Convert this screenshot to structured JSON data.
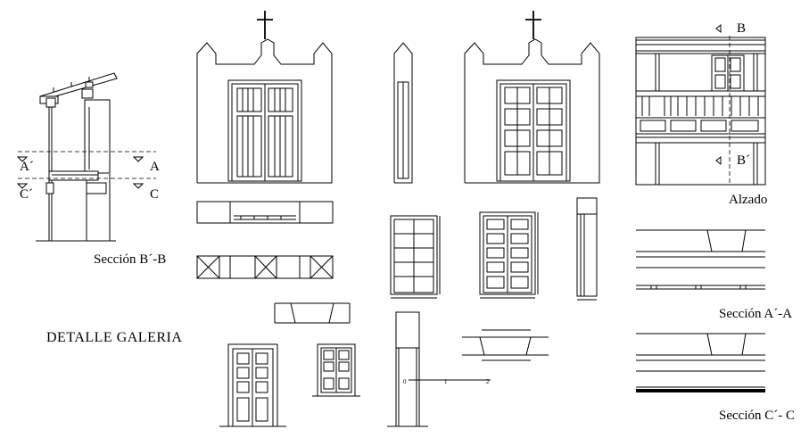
{
  "labels": {
    "detalle_galeria": "DETALLE GALERIA",
    "seccion_b_b": "Sección B´-B",
    "alzado": "Alzado",
    "seccion_a_a": "Sección A´-A",
    "seccion_c_c": "Sección C´- C",
    "mark_a_left": "A´",
    "mark_a_right": "A",
    "mark_c_left": "C´",
    "mark_c_right": "C",
    "mark_b_top": "B",
    "mark_b_bottom": "B´",
    "scale_0": "0",
    "scale_1": "1",
    "scale_2": "2"
  },
  "colors": {
    "line": "#000000",
    "background": "#ffffff"
  }
}
